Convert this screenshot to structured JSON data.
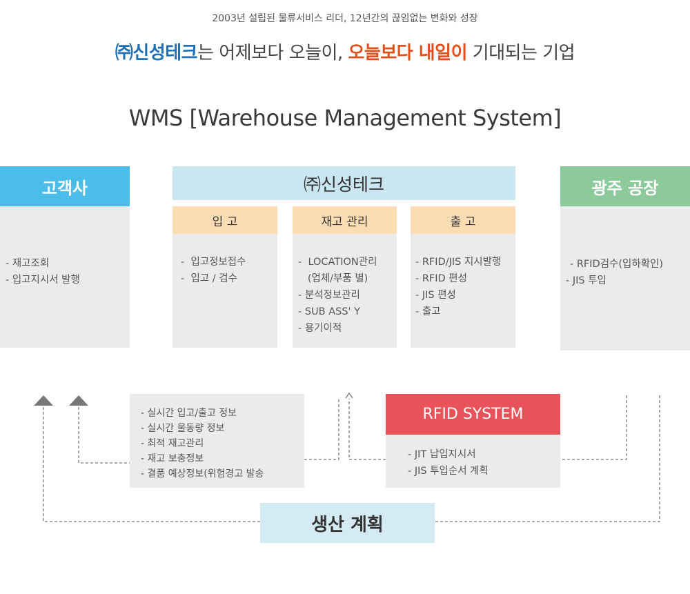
{
  "intro": {
    "tagline": "2003년 설립된 물류서비스 리더, 12년간의 끊임없는 변화와 성장",
    "headline_brand": "㈜신성테크",
    "headline_mid": "는 어제보다 오늘이, ",
    "headline_highlight": "오늘보다 내일이",
    "headline_end": " 기대되는 기업"
  },
  "title": "WMS [Warehouse Management System]",
  "customer": {
    "title": "고객사",
    "items": [
      "- 재고조회",
      "- 입고지시서 발행"
    ]
  },
  "shinsung": {
    "title": "㈜신성테크",
    "columns": [
      {
        "title": "입 고",
        "items": [
          "-  입고정보접수",
          "-  입고 / 검수"
        ]
      },
      {
        "title": "재고 관리",
        "items": [
          "-  LOCATION관리",
          "   (업체/부품 별)",
          "- 분석정보관리",
          "- SUB ASS' Y",
          "- 용기이적"
        ]
      },
      {
        "title": "출 고",
        "items": [
          "- RFID/JIS 지시발행",
          "- RFID 편성",
          "- JIS 편성",
          "- 출고"
        ]
      }
    ]
  },
  "gwangju": {
    "title": "광주 공장",
    "items": [
      "- RFID검수(입하확인)",
      "- JIS 투입"
    ]
  },
  "info_box": {
    "items": [
      "- 실시간 입고/출고 정보",
      "- 실시간 물동량 정보",
      "- 최적 재고관리",
      "- 재고 보충정보",
      "- 결품 예상정보(위험경고 발송"
    ]
  },
  "rfid": {
    "title": "RFID SYSTEM",
    "items": [
      "- JIT 납입지시서",
      "- JIS 투입순서 계획"
    ]
  },
  "plan": {
    "title": "생산 계획"
  },
  "colors": {
    "customer_header": "#4bbde9",
    "shinsung_header": "#c9e6f1",
    "gwangju_header": "#8dca9b",
    "sub_header": "#fcdcb3",
    "rfid_header": "#e8525a",
    "plan_box": "#d5ebf3",
    "panel": "#ebebeb",
    "brand_blue": "#1f6fb5",
    "highlight_orange": "#e0501c"
  }
}
